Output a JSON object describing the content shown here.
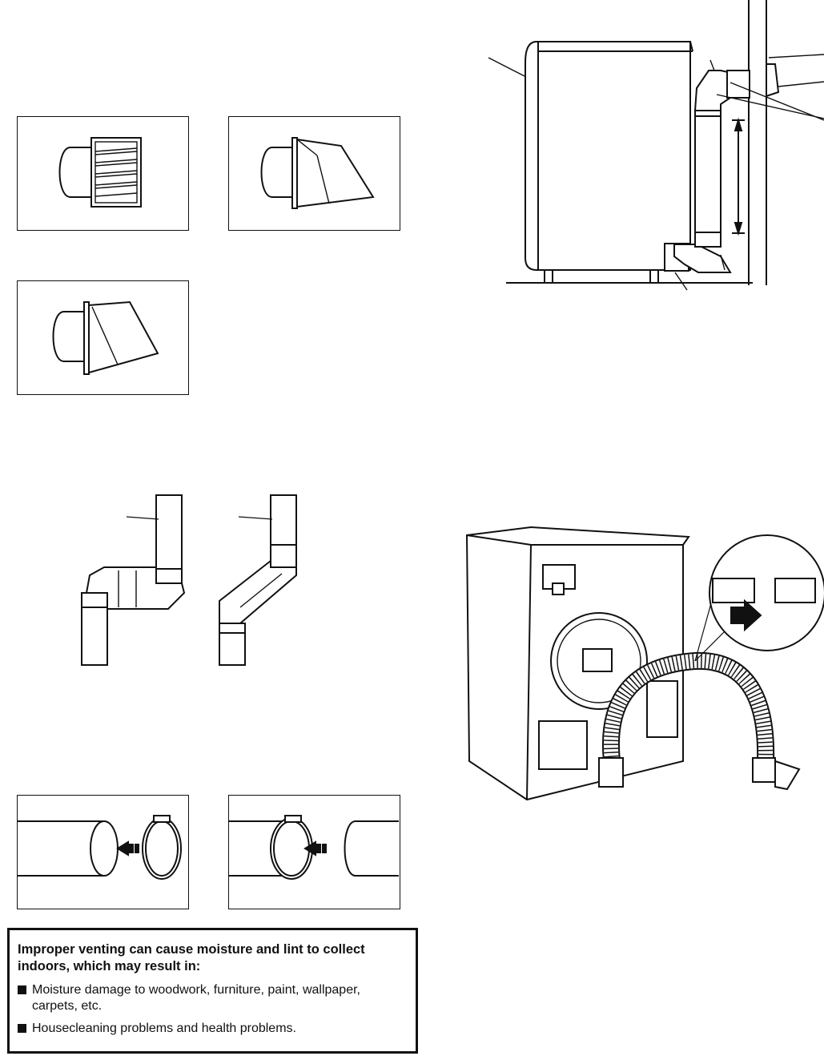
{
  "warning_box": {
    "heading": "Improper venting can cause moisture and lint to collect indoors, which may result in:",
    "items": [
      "Moisture damage to woodwork, furniture, paint, wallpaper, carpets, etc.",
      "Housecleaning problems and health problems."
    ]
  },
  "illustrations": {
    "exhaust_hoods": [
      "louvered-hood-icon",
      "box-hood-icon",
      "angled-hood-icon"
    ],
    "elbows": [
      "offset-elbow-icon",
      "angled-elbow-icon"
    ],
    "clamps": [
      "clamp-icon",
      "clamped-joint-icon"
    ],
    "dryer_side_view": "dryer-side-vent-icon",
    "dryer_rear_view": "dryer-rear-flex-vent-icon"
  }
}
